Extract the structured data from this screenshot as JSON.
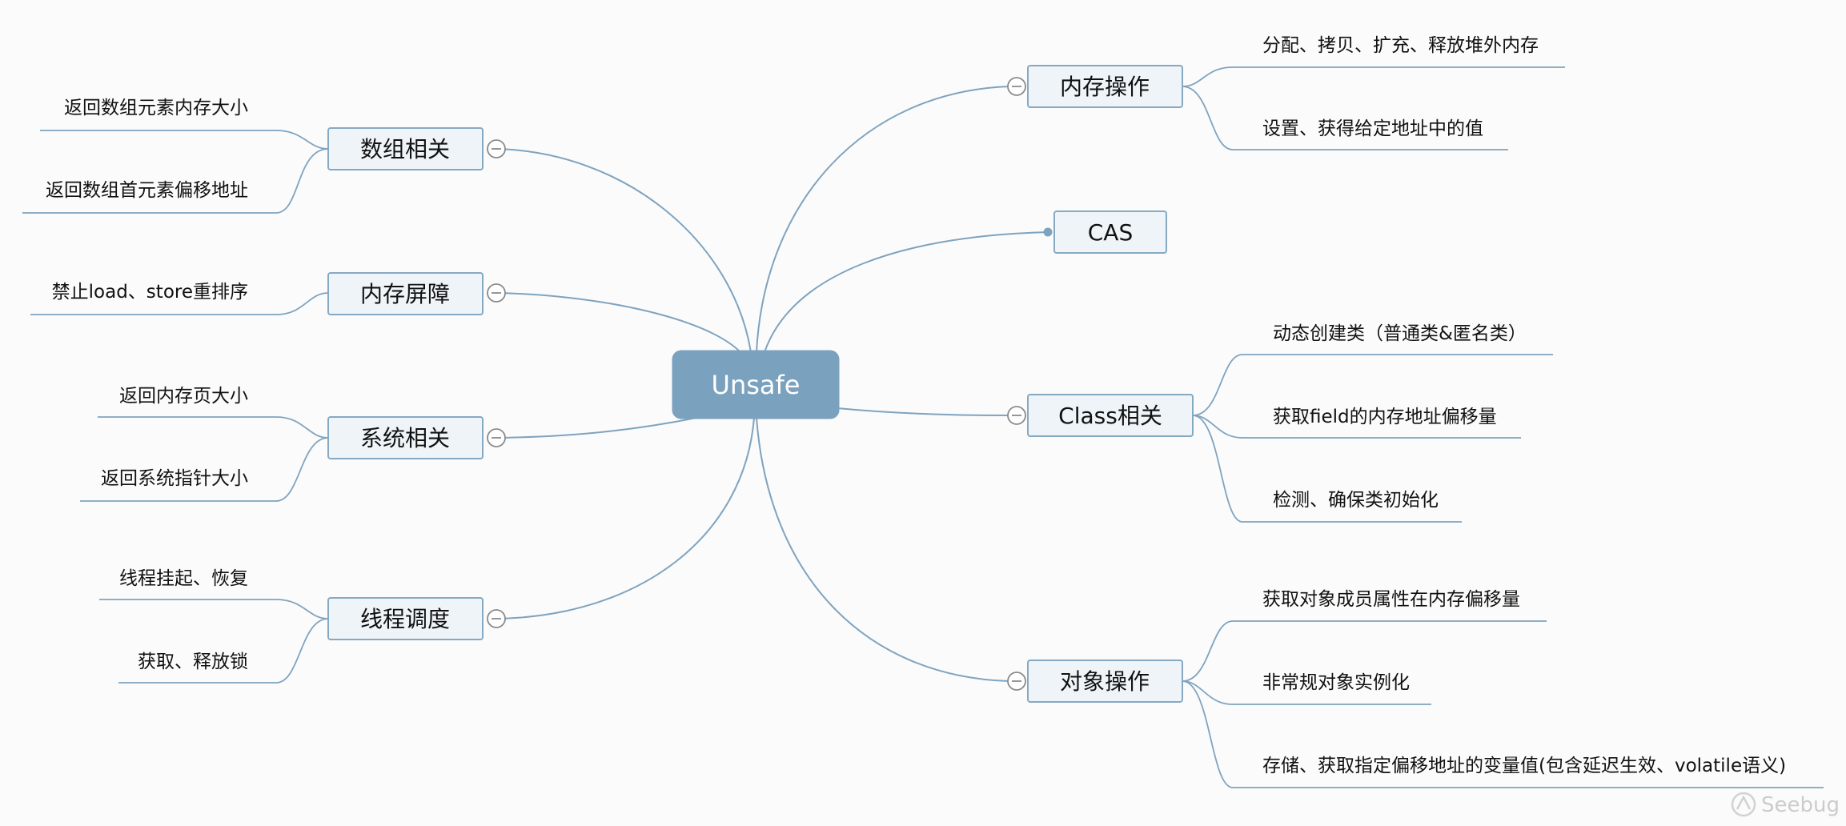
{
  "center": {
    "label": "Unsafe"
  },
  "branches": {
    "array": {
      "label": "数组相关",
      "children": [
        "返回数组元素内存大小",
        "返回数组首元素偏移地址"
      ]
    },
    "barrier": {
      "label": "内存屏障",
      "children": [
        "禁止load、store重排序"
      ]
    },
    "system": {
      "label": "系统相关",
      "children": [
        "返回内存页大小",
        "返回系统指针大小"
      ]
    },
    "thread": {
      "label": "线程调度",
      "children": [
        "线程挂起、恢复",
        "获取、释放锁"
      ]
    },
    "memory": {
      "label": "内存操作",
      "children": [
        "分配、拷贝、扩充、释放堆外内存",
        "设置、获得给定地址中的值"
      ]
    },
    "cas": {
      "label": "CAS",
      "children": []
    },
    "class": {
      "label": "Class相关",
      "children": [
        "动态创建类（普通类&匿名类）",
        "获取field的内存地址偏移量",
        "检测、确保类初始化"
      ]
    },
    "object": {
      "label": "对象操作",
      "children": [
        "获取对象成员属性在内存偏移量",
        "非常规对象实例化",
        "存储、获取指定偏移地址的变量值(包含延迟生效、volatile语义)"
      ]
    }
  },
  "watermark": {
    "text": "Seebug"
  }
}
